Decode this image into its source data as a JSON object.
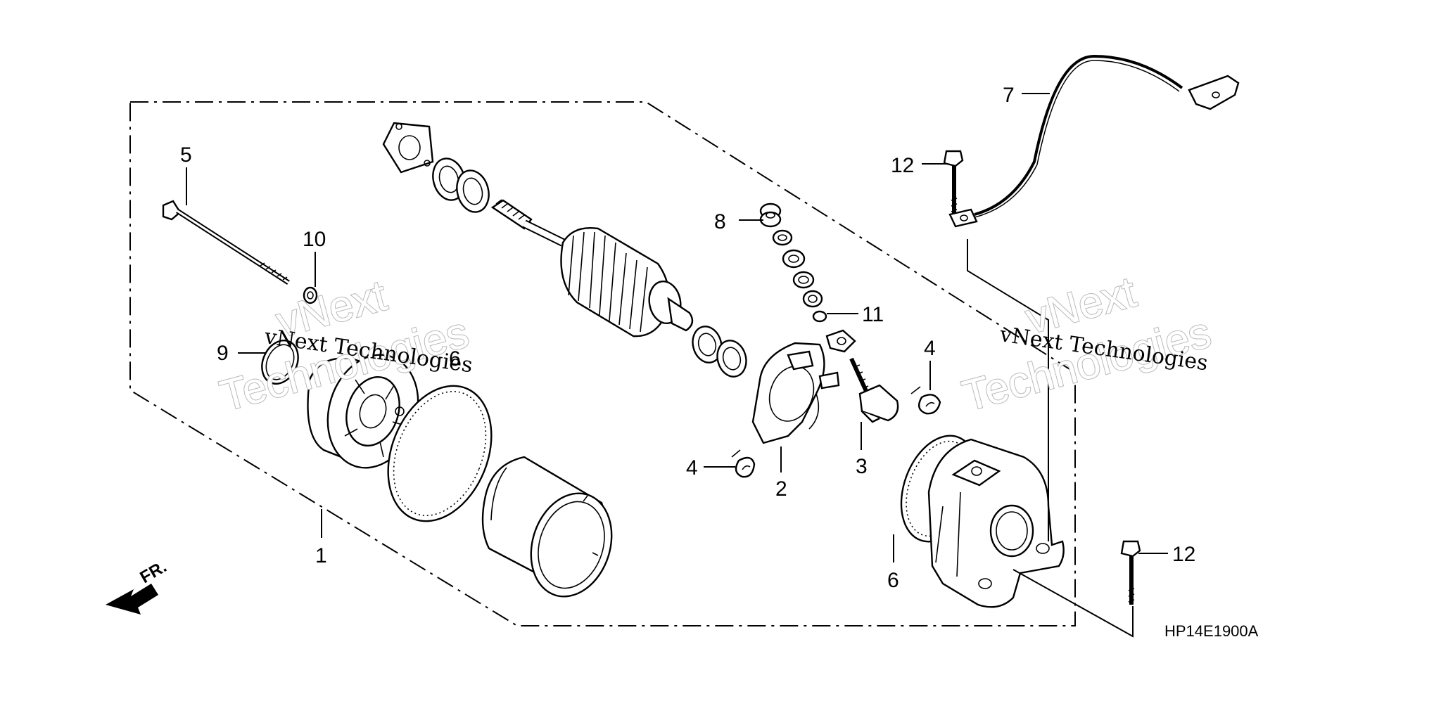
{
  "diagram_code": "HP14E1900A",
  "watermark": {
    "small_text": "vNext Technologies",
    "big_line1": "vNext",
    "big_line2": "Technologies"
  },
  "front_arrow_label": "FR.",
  "callouts": [
    {
      "id": "c1",
      "label": "1"
    },
    {
      "id": "c2",
      "label": "2"
    },
    {
      "id": "c3",
      "label": "3"
    },
    {
      "id": "c4a",
      "label": "4"
    },
    {
      "id": "c4b",
      "label": "4"
    },
    {
      "id": "c5",
      "label": "5"
    },
    {
      "id": "c6a",
      "label": "6"
    },
    {
      "id": "c6b",
      "label": "6"
    },
    {
      "id": "c7",
      "label": "7"
    },
    {
      "id": "c8",
      "label": "8"
    },
    {
      "id": "c9",
      "label": "9"
    },
    {
      "id": "c10",
      "label": "10"
    },
    {
      "id": "c11",
      "label": "11"
    },
    {
      "id": "c12a",
      "label": "12"
    },
    {
      "id": "c12b",
      "label": "12"
    }
  ]
}
